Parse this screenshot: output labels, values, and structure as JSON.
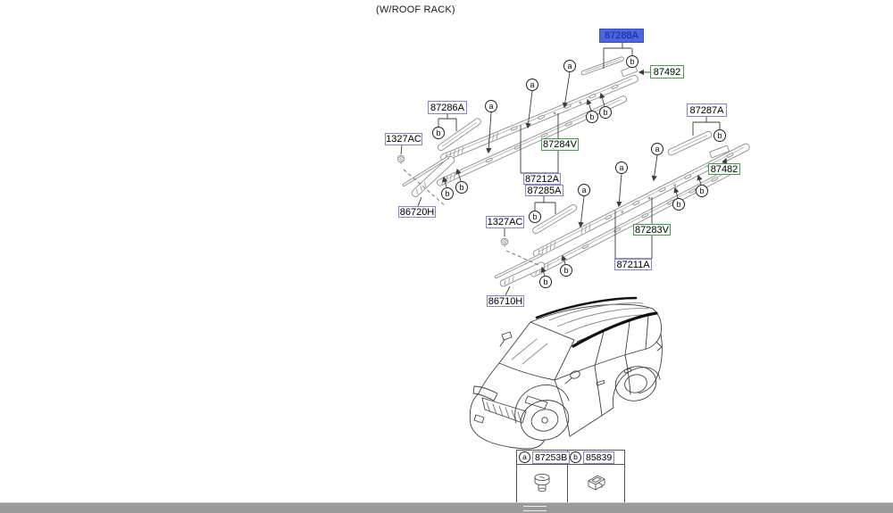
{
  "note": "(W/ROOF RACK)",
  "selected_part": "87288A",
  "callouts": {
    "a": "a",
    "b": "b"
  },
  "parts": {
    "87288A": "87288A",
    "87492": "87492",
    "87286A": "87286A",
    "87287A": "87287A",
    "1327AC": "1327AC",
    "87284V": "87284V",
    "87482": "87482",
    "87212A": "87212A",
    "87285A": "87285A",
    "86720H": "86720H",
    "87283V": "87283V",
    "87211A": "87211A",
    "86710H": "86710H"
  },
  "legend": {
    "a_callout": "a",
    "b_callout": "b",
    "a_part": "87253B",
    "b_part": "85839"
  },
  "colors": {
    "selected_bg": "#4b67de",
    "selected_text": "#15209b",
    "blue_border": "#8585cd",
    "green_border": "#43a143",
    "bottom_bar": "#9b9b9b"
  }
}
